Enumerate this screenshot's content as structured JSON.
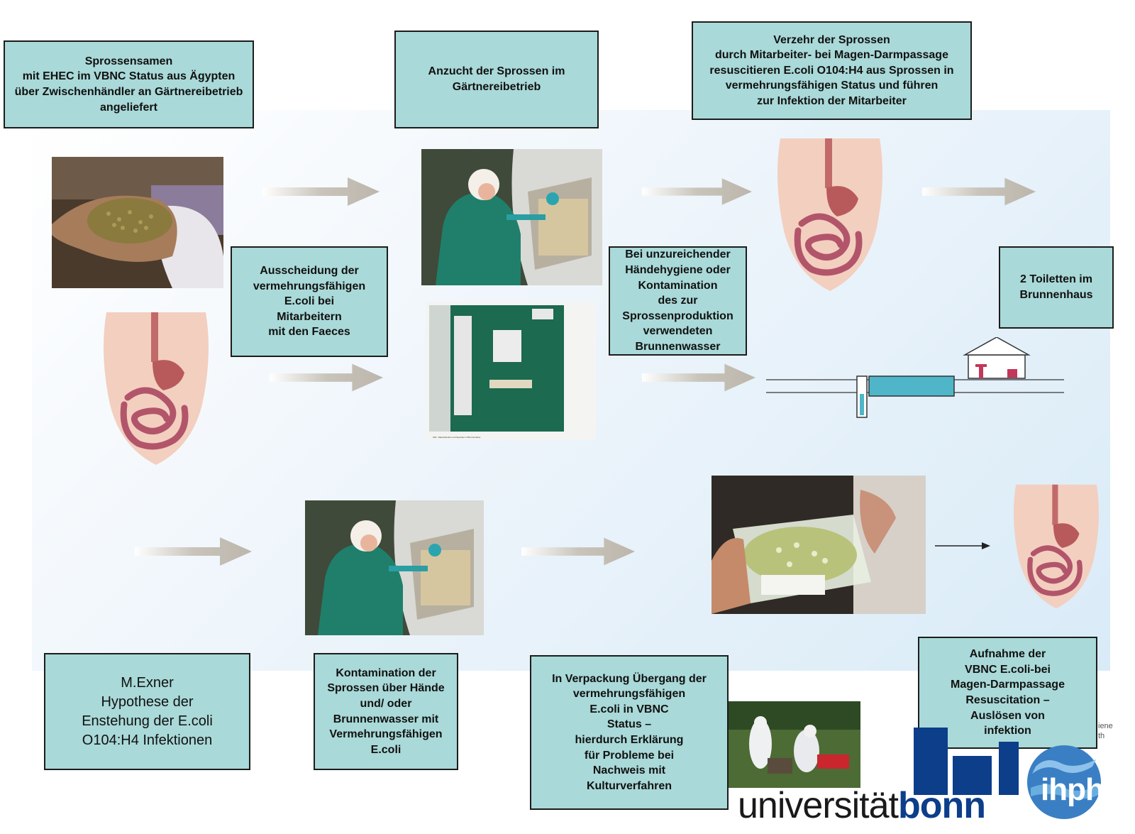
{
  "boxes": {
    "seeds": "Sprossensamen\nmit EHEC im VBNC Status aus Ägypten\nüber Zwischenhändler an Gärtnereibetrieb\nangeliefert",
    "cultivation": "Anzucht der Sprossen im\nGärtnereibetrieb",
    "consumption": "Verzehr der Sprossen\ndurch Mitarbeiter- bei Magen-Darmpassage\nresuscitieren E.coli O104:H4 aus Sprossen in\nvermehrungsfähigen Status und führen\nzur Infektion der Mitarbeiter",
    "excretion": "Ausscheidung der\nvermehrungsfähigen\nE.coli bei\nMitarbeitern\nmit den Faeces",
    "hygiene": "Bei unzureichender\nHändehygiene oder\nKontamination\ndes zur\nSprossenproduktion\nverwendeten\nBrunnenwasser",
    "toilets": "2 Toiletten im\nBrunnenhaus",
    "author": "M.Exner\nHypothese der\nEnstehung der E.coli\nO104:H4 Infektionen",
    "contamination": "Kontamination der\nSprossen über Hände\nund/ oder\nBrunnenwasser mit\nVermehrungsfähigen\nE.coli",
    "packaging": "In Verpackung Übergang der\nvermehrungsfähigen\nE.coli in VBNC\nStatus –\nhierdurch Erklärung\nfür Probleme bei\nNachweis mit\nKulturverfahren",
    "uptake": "Aufnahme der\nVBNC E.coli-bei\nMagen-Darmpassage\nResuscitation –\nAuslösen von\ninfektion"
  },
  "logo": {
    "uni_light": "universität",
    "uni_bold": "bonn",
    "institute": "ihph",
    "cut_text_1": "iene",
    "cut_text_2": "th"
  },
  "colors": {
    "box_fill": "#a9d9d8",
    "box_border": "#1c1c1c",
    "arrow": "#c9c4bb",
    "bonn_blue": "#0c3e8a"
  },
  "icons": {
    "arrow": "gray-block-arrow",
    "body": "human-digestive-tract",
    "well": "well-house-schematic"
  }
}
